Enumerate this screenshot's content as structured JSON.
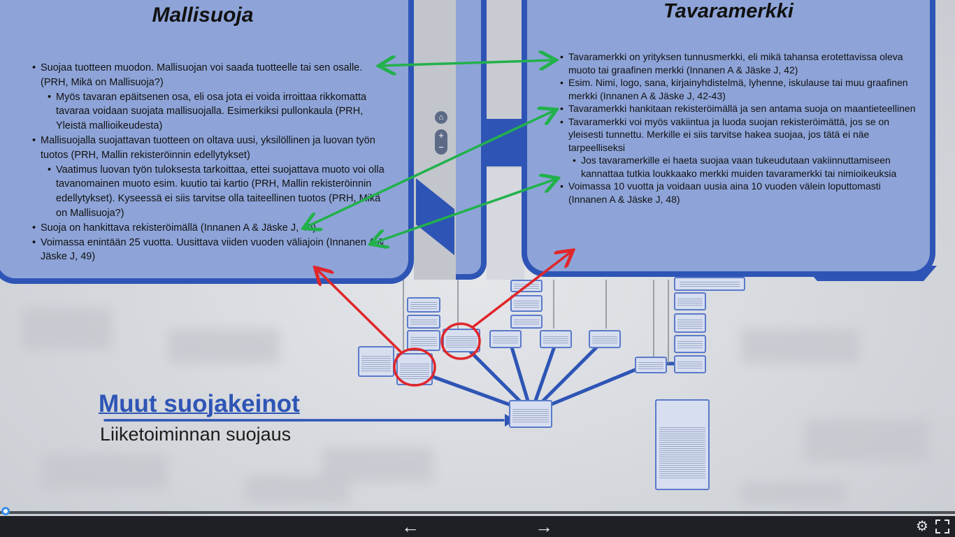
{
  "cards": {
    "left": {
      "title": "Mallisuoja",
      "items": [
        {
          "level": 1,
          "text": "Suojaa tuotteen muodon. Mallisuojan voi saada tuotteelle tai sen osalle. (PRH, Mikä on Mallisuoja?)"
        },
        {
          "level": 2,
          "text": "Myös tavaran epäitsenen osa, eli osa jota ei voida irroittaa rikkomatta tavaraa voidaan suojata mallisuojalla. Esimerkiksi pullonkaula (PRH, Yleistä mallioikeudesta)"
        },
        {
          "level": 1,
          "text": "Mallisuojalla suojattavan tuotteen on oltava uusi, yksilöllinen ja luovan työn tuotos (PRH, Mallin rekisteröinnin edellytykset)"
        },
        {
          "level": 2,
          "text": "Vaatimus luovan työn tuloksesta tarkoittaa, ettei suojattava muoto voi olla tavanomainen muoto esim. kuutio tai kartio (PRH, Mallin rekisteröinnin edellytykset). Kyseessä ei siis tarvitse olla taiteellinen tuotos (PRH, Mikä on Mallisuoja?)"
        },
        {
          "level": 1,
          "text": "Suoja on hankittava rekisteröimällä (Innanen A & Jäske J, 49)"
        },
        {
          "level": 1,
          "text": "Voimassa enintään 25 vuotta. Uusittava viiden vuoden väliajoin (Innanen A & Jäske J, 49)"
        }
      ]
    },
    "right": {
      "title": "Tavaramerkki",
      "items": [
        {
          "level": 1,
          "text": "Tavaramerkki on yrityksen tunnusmerkki, eli mikä tahansa erotettavissa oleva muoto tai graafinen merkki (Innanen A & Jäske J, 42)"
        },
        {
          "level": 1,
          "text": "Esim. Nimi, logo, sana, kirjainyhdistelmä, lyhenne, iskulause tai muu graafinen merkki (Innanen A & Jäske J, 42-43)"
        },
        {
          "level": 1,
          "text": "Tavaramerkki hankitaan rekisteröimällä ja sen antama suoja on maantieteellinen"
        },
        {
          "level": 1,
          "text": "Tavaramerkki voi myös vakiintua ja luoda suojan rekisteröimättä, jos se on yleisesti tunnettu. Merkille ei siis tarvitse hakea suojaa, jos tätä ei näe tarpeelliseksi"
        },
        {
          "level": 2,
          "text": "Jos tavaramerkille ei haeta suojaa vaan tukeudutaan vakiinnuttamiseen kannattaa tutkia loukkaako merkki muiden tavaramerkki tai nimioikeuksia"
        },
        {
          "level": 1,
          "text": "Voimassa 10 vuotta ja voidaan uusia aina 10 vuoden välein loputtomasti (Innanen A & Jäske J, 48)"
        }
      ]
    }
  },
  "heading": {
    "title": "Muut suojakeinot",
    "subtitle": "Liiketoiminnan suojaus"
  },
  "zoom": {
    "home": "⌂",
    "in": "+",
    "out": "−"
  },
  "player": {
    "prev": "←",
    "next": "→",
    "settings": "⚙",
    "progress": 0.0
  },
  "colors": {
    "card_fill": "#8ea4d8",
    "card_border": "#2e55b5",
    "arrow_green": "#22b14c",
    "arrow_red": "#e0262a",
    "bar": "#1e2026"
  }
}
